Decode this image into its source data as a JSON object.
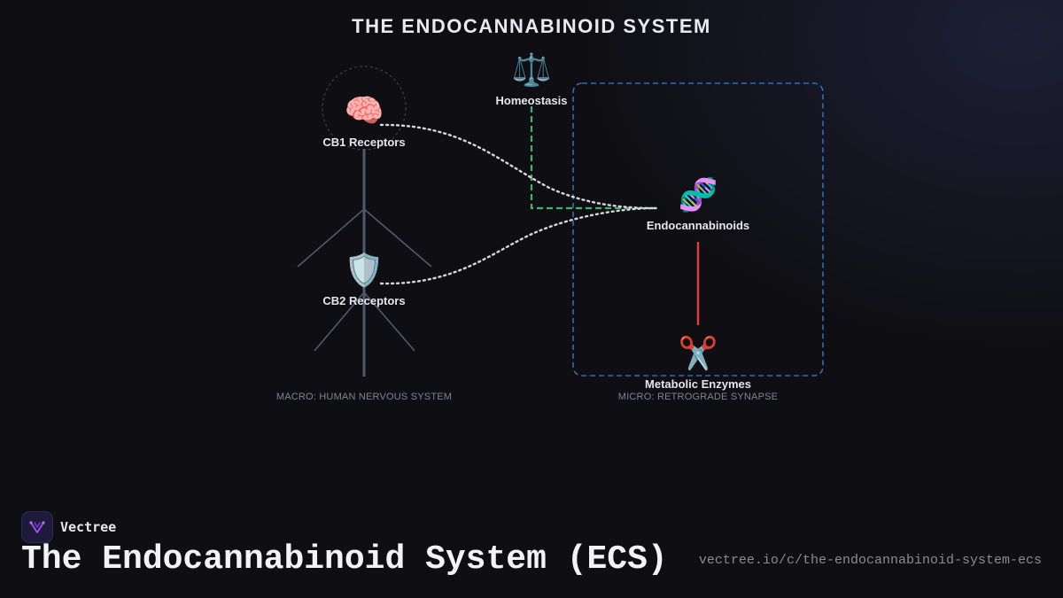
{
  "header": {
    "title": "THE ENDOCANNABINOID SYSTEM"
  },
  "nodes": {
    "cb1": {
      "label": "CB1 Receptors",
      "icon": "brain-icon",
      "glyph": "🧠"
    },
    "cb2": {
      "label": "CB2 Receptors",
      "icon": "shield-icon",
      "glyph": "🛡️"
    },
    "homeostasis": {
      "label": "Homeostasis",
      "icon": "balance-scale-icon",
      "glyph": "⚖️"
    },
    "endocannabinoids": {
      "label": "Endocannabinoids",
      "icon": "dna-icon",
      "glyph": "🧬"
    },
    "enzymes": {
      "label": "Metabolic Enzymes",
      "icon": "scissors-icon",
      "glyph": "✂️"
    }
  },
  "captions": {
    "macro": "MACRO: HUMAN NERVOUS SYSTEM",
    "micro": "MICRO: RETROGRADE SYNAPSE"
  },
  "colors": {
    "background": "#0f0f13",
    "body_line": "#4f5a6e",
    "signal_dotted": "#d6d6dc",
    "homeostasis_dashed": "#3fb56a",
    "synapse_box": "#2c6fb8",
    "breakdown_line": "#d9423d"
  },
  "footer": {
    "brand": "Vectree",
    "title": "The Endocannabinoid System (ECS)",
    "url": "vectree.io/c/the-endocannabinoid-system-ecs"
  }
}
